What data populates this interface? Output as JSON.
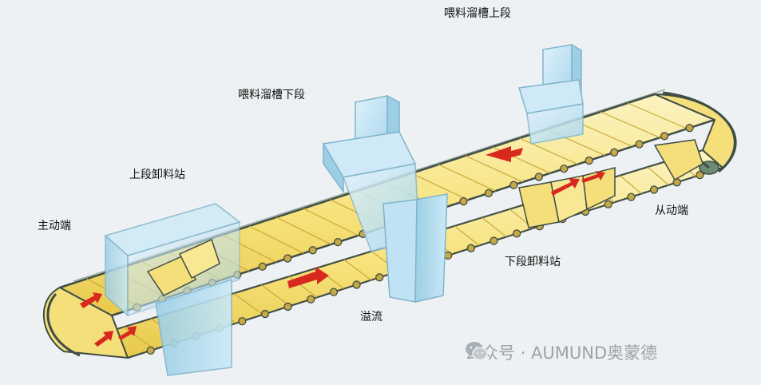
{
  "labels": {
    "upper_feed_chute": "喂料溜槽上段",
    "lower_feed_chute": "喂料溜槽下段",
    "upper_discharge": "上段卸料站",
    "drive_end": "主动端",
    "idler_end": "从动端",
    "lower_discharge": "下段卸料站",
    "overflow": "溢流"
  },
  "watermark": {
    "text": "公众号 · AUMUND奥蒙德",
    "icon": "wechat-icon"
  },
  "colors": {
    "background": "#eef1f3",
    "pan": "#f7e27a",
    "pan_highlight": "#fbf3c2",
    "frame": "#5d6e63",
    "housing": "#bfe3f5",
    "housing_dark": "#8fc4de",
    "arrow": "#d8291f",
    "roller": "#c7a845"
  }
}
